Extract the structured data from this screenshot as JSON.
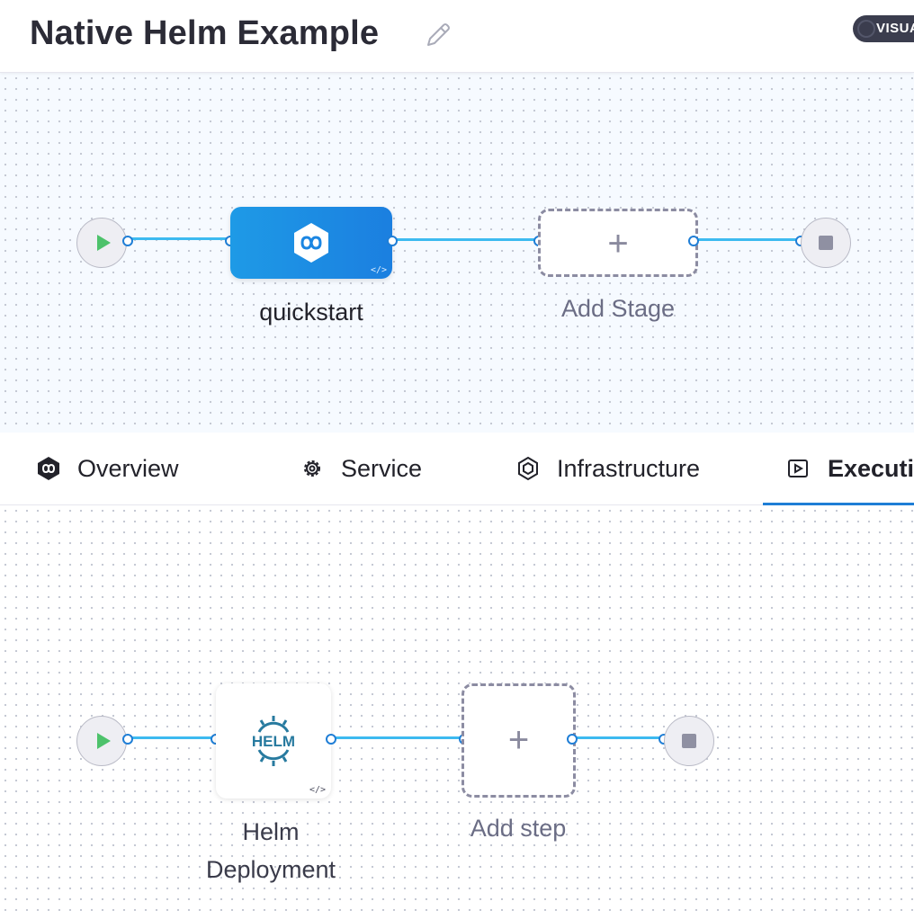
{
  "header": {
    "title": "Native Helm Example",
    "edit_icon": "pencil-icon",
    "visual_toggle_label": "VISUAL"
  },
  "stage_pipeline": {
    "start_icon": "play-icon",
    "end_icon": "stop-icon",
    "stage": {
      "label": "quickstart",
      "icon": "deploy-stage-icon",
      "badge": "</>"
    },
    "add_stage": {
      "icon": "plus-icon",
      "label": "Add Stage"
    }
  },
  "tabs": [
    {
      "label": "Overview",
      "icon": "overview-icon"
    },
    {
      "label": "Service",
      "icon": "gear-icon"
    },
    {
      "label": "Infrastructure",
      "icon": "hexagon-icon"
    },
    {
      "label": "Execution",
      "icon": "execution-icon",
      "active": true
    }
  ],
  "execution_pipeline": {
    "start_icon": "play-icon",
    "end_icon": "stop-icon",
    "step": {
      "label_line1": "Helm",
      "label_line2": "Deployment",
      "logo_text": "HELM",
      "badge": "</>"
    },
    "add_step": {
      "icon": "plus-icon",
      "label": "Add step"
    }
  },
  "colors": {
    "accent": "#1f7ed6",
    "link": "#3dbaf0",
    "stage_gradient_start": "#1e9ae6",
    "stage_gradient_end": "#1b7fe0",
    "start_play": "#4dc26b",
    "helm_blue": "#277a9f"
  }
}
